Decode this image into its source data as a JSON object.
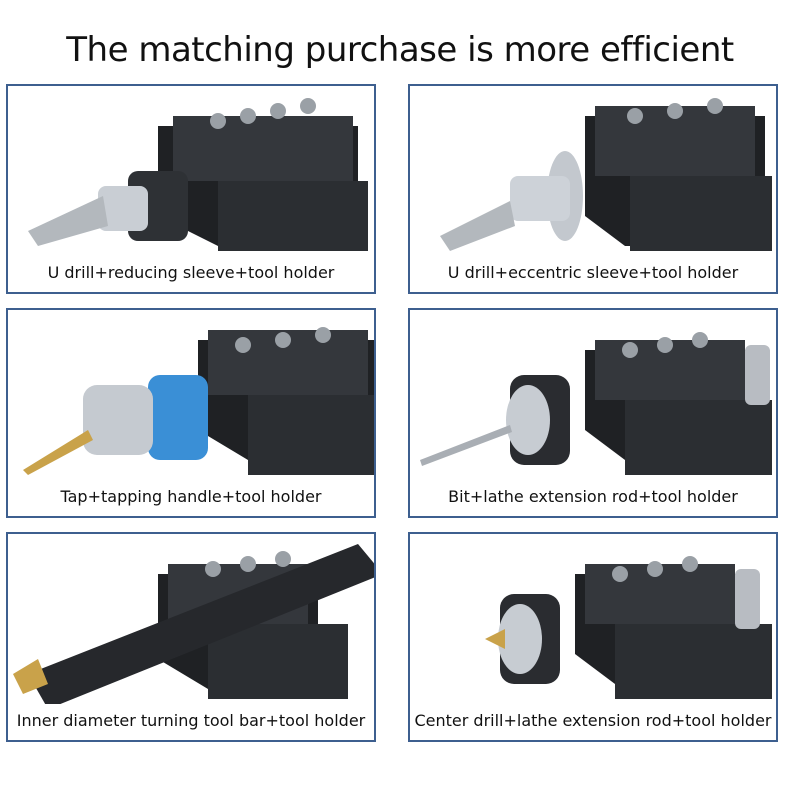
{
  "header": {
    "title": "The matching purchase is more efficient"
  },
  "panels": [
    {
      "caption": "U drill+reducing sleeve+tool holder"
    },
    {
      "caption": "U drill+eccentric sleeve+tool holder"
    },
    {
      "caption": "Tap+tapping handle+tool holder"
    },
    {
      "caption": "Bit+lathe extension rod+tool holder"
    },
    {
      "caption": "Inner diameter turning tool bar+tool holder"
    },
    {
      "caption": "Center drill+lathe extension rod+tool holder"
    }
  ],
  "colors": {
    "frame": "#3d5f8f",
    "holder": "#2a2c30",
    "steel": "#b8bcc2",
    "blue_ring": "#3a8fd6",
    "gold_tip": "#c9a24a"
  }
}
